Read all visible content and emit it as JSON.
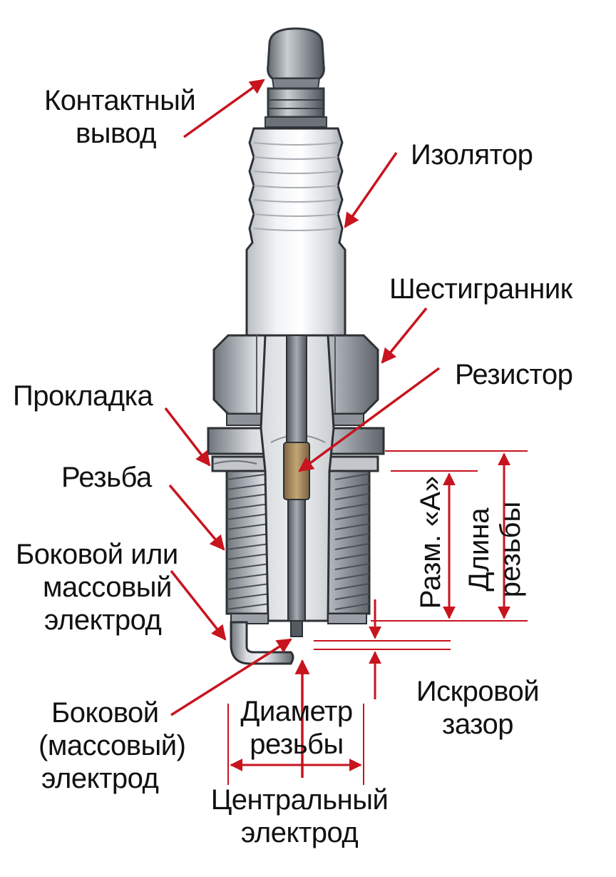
{
  "diagram": {
    "labels": {
      "terminal": [
        "Контактный",
        "вывод"
      ],
      "insulator": "Изолятор",
      "hex": "Шестигранник",
      "resistor": "Резистор",
      "gasket": "Прокладка",
      "thread": "Резьба",
      "side_electrode_1": [
        "Боковой или",
        "массовый",
        "электрод"
      ],
      "side_electrode_2": [
        "Боковой",
        "(массовый)",
        "электрод"
      ],
      "thread_diameter": [
        "Диаметр",
        "резьбы"
      ],
      "center_electrode": [
        "Центральный",
        "электрод"
      ],
      "spark_gap": [
        "Искровой",
        "зазор"
      ],
      "dimension_a": "Разм. «А»",
      "thread_length": [
        "Длина",
        "резьбы"
      ]
    },
    "colors": {
      "arrow": "#c8141e",
      "text": "#111111",
      "metal": "#b9bec4",
      "insulator": "#eceef0",
      "resistor": "#a88a5a"
    }
  }
}
